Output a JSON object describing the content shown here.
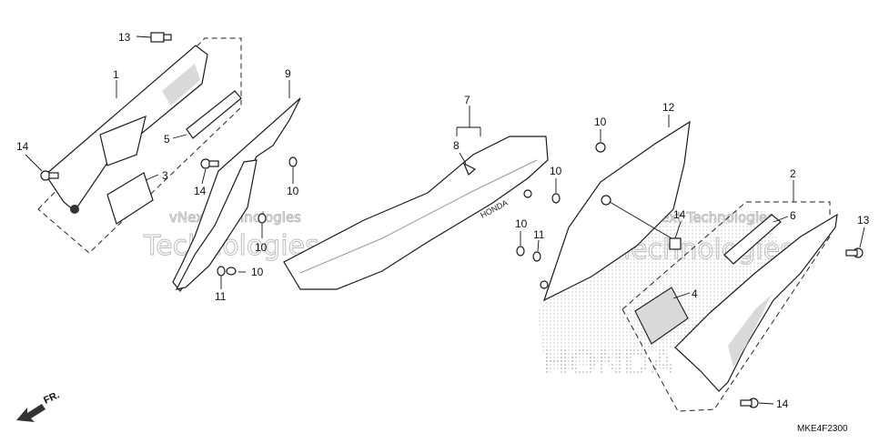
{
  "diagram": {
    "code": "MKE4F2300",
    "direction_label": "FR.",
    "brand_on_seat": "HONDA",
    "background_brand": "HONDA",
    "watermarks": [
      "vNext Technologies",
      "Technologies",
      "vNext Technologies",
      "Technologies"
    ],
    "callouts": [
      {
        "id": "c13a",
        "label": "13"
      },
      {
        "id": "c1",
        "label": "1"
      },
      {
        "id": "c14a",
        "label": "14"
      },
      {
        "id": "c5",
        "label": "5"
      },
      {
        "id": "c3",
        "label": "3"
      },
      {
        "id": "c14b",
        "label": "14"
      },
      {
        "id": "c9",
        "label": "9"
      },
      {
        "id": "c10a",
        "label": "10"
      },
      {
        "id": "c10b",
        "label": "10"
      },
      {
        "id": "c10c",
        "label": "10"
      },
      {
        "id": "c11a",
        "label": "11"
      },
      {
        "id": "c7",
        "label": "7"
      },
      {
        "id": "c8",
        "label": "8"
      },
      {
        "id": "c10d",
        "label": "10"
      },
      {
        "id": "c10e",
        "label": "10"
      },
      {
        "id": "c11b",
        "label": "11"
      },
      {
        "id": "c10f",
        "label": "10"
      },
      {
        "id": "c12",
        "label": "12"
      },
      {
        "id": "c14c",
        "label": "14"
      },
      {
        "id": "c2",
        "label": "2"
      },
      {
        "id": "c6",
        "label": "6"
      },
      {
        "id": "c13b",
        "label": "13"
      },
      {
        "id": "c4",
        "label": "4"
      },
      {
        "id": "c14d",
        "label": "14"
      }
    ]
  }
}
